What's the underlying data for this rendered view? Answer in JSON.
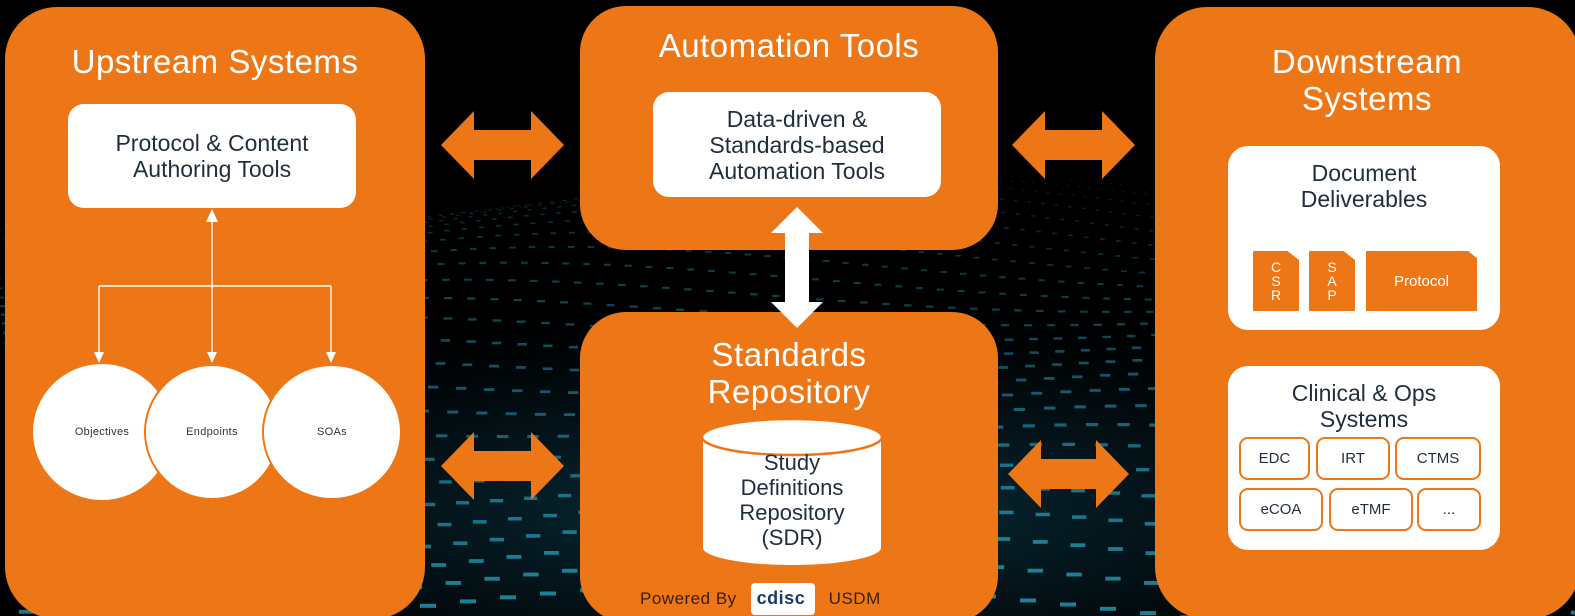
{
  "upstream": {
    "title": "Upstream Systems",
    "authoring_box": "Protocol & Content Authoring Tools",
    "circles": [
      "Objectives",
      "Endpoints",
      "SOAs"
    ]
  },
  "automation": {
    "title": "Automation Tools",
    "box": "Data-driven & Standards-based Automation Tools"
  },
  "repository": {
    "title": "Standards Repository",
    "sdr_label": "Study Definitions Repository (SDR)",
    "powered_by": "Powered By",
    "logo_text": "cdisc",
    "usdm": "USDM"
  },
  "downstream": {
    "title": "Downstream Systems",
    "documents_title": "Document Deliverables",
    "documents": {
      "csr": "C S R",
      "sap": "S A P",
      "protocol": "Protocol"
    },
    "clinical_title": "Clinical & Ops Systems",
    "systems": [
      "EDC",
      "IRT",
      "CTMS",
      "eCOA",
      "eTMF",
      "..."
    ]
  },
  "colors": {
    "accent": "#ED7716",
    "background": "#000000",
    "grid_dots": "#2bb7d6"
  }
}
